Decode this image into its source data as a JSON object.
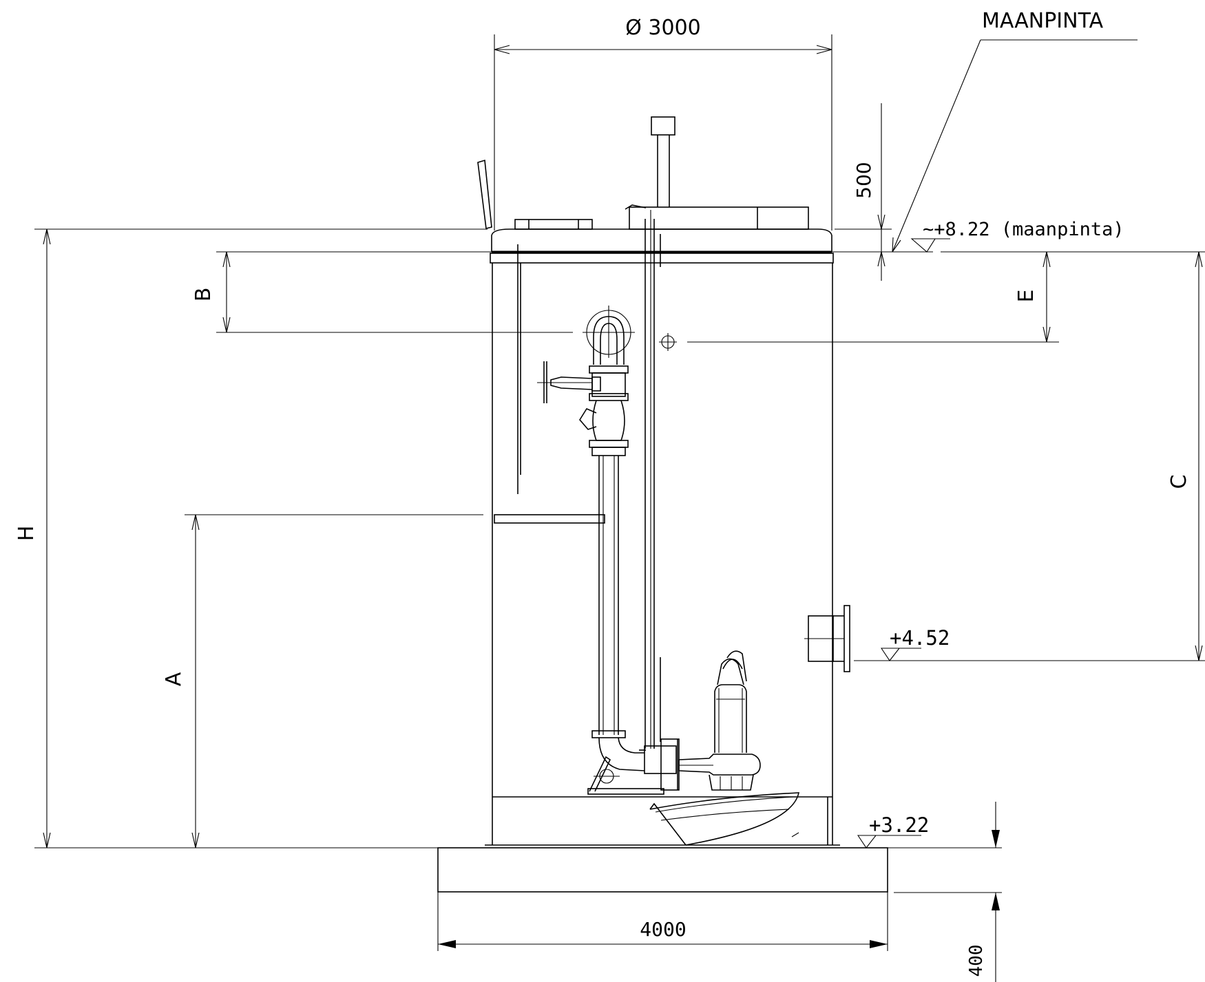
{
  "labels": {
    "diameter": "Ø 3000",
    "ground_title": "MAANPINTA",
    "cover_height": "500",
    "ground_level": "~+8.22 (maanpinta)",
    "outlet_level": "+4.52",
    "bottom_level": "+3.22",
    "base_width": "4000",
    "base_thickness": "400",
    "dim_H": "H",
    "dim_A": "A",
    "dim_B": "B",
    "dim_C": "C",
    "dim_E": "E"
  }
}
